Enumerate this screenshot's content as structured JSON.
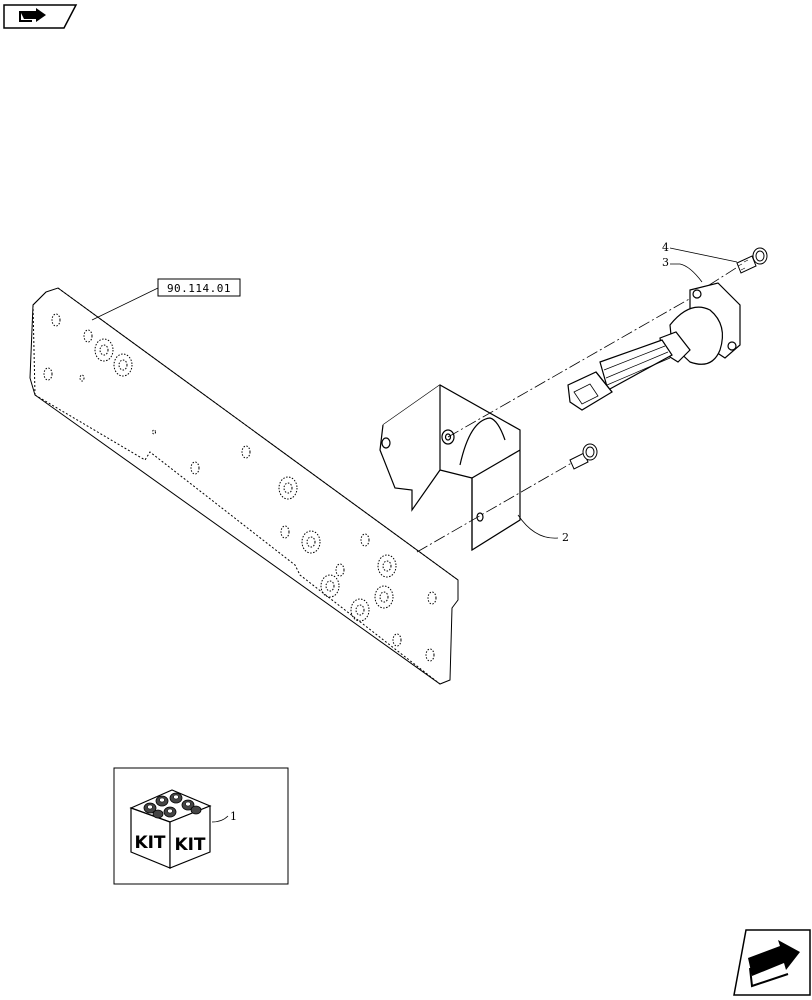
{
  "reference_label": "90.114.01",
  "callouts": {
    "kit": "1",
    "bracket": "2",
    "socket": "3",
    "bolt": "4"
  },
  "kit_box_text": {
    "left_face": "KIT",
    "right_face": "KIT"
  },
  "icons": {
    "top_left": "previous-page-arrow-icon",
    "bottom_right": "next-page-arrow-icon"
  }
}
